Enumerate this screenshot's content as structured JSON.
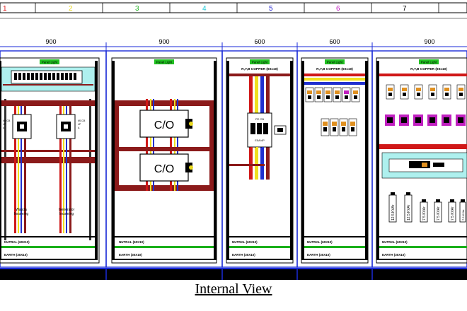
{
  "header": {
    "columns": [
      {
        "label": "1",
        "color": "#e01818"
      },
      {
        "label": "2",
        "color": "#e8d820"
      },
      {
        "label": "3",
        "color": "#20b020"
      },
      {
        "label": "4",
        "color": "#20c8d8"
      },
      {
        "label": "5",
        "color": "#2020d0"
      },
      {
        "label": "6",
        "color": "#c020c0"
      },
      {
        "label": "7",
        "color": "#000000"
      }
    ]
  },
  "dimensions": [
    "900",
    "900",
    "600",
    "600",
    "900"
  ],
  "panels": {
    "p1": {
      "panel_light": "Panel Light",
      "breaker_labels": [
        "MCCB\n4P\nA",
        "MCCB\n4P\nA"
      ],
      "incoming": [
        "Wapda\nIncoming",
        "Generator\nIncoming"
      ],
      "neutral": "NUTRAL (60X10)",
      "earth": "EARTH (30X10)"
    },
    "p2": {
      "panel_light": "Panel Light",
      "co_labels": [
        "C/O",
        "C/O"
      ],
      "neutral": "NUTRAL (60X10)",
      "earth": "EARTH (30X10)"
    },
    "p3": {
      "panel_light": "Panel Light",
      "busbar": "R,Y,B COPPER (60x10)",
      "breaker_top": "PE CB",
      "breaker_bottom": "E5A/4P",
      "neutral": "NUTRAL (60X10)",
      "earth": "EARTH (30X10)"
    },
    "p4": {
      "panel_light": "Panel Light",
      "busbar": "R,Y,B COPPER (60x10)",
      "neutral": "NUTRAL (60X10)",
      "earth": "EARTH (30X10)"
    },
    "p5": {
      "panel_light": "Panel Light",
      "busbar": "R,Y,B COPPER (60x10)",
      "capacitors": [
        "12.5 KVAr",
        "12.5 KVAr",
        "7.5 KVAr",
        "7.5 KVAr",
        "7.5 KVAr",
        "7.5 KVAr"
      ],
      "neutral": "NUTRAL (60X10)",
      "earth": "EARTH (30X10)"
    }
  },
  "caption": "Internal View",
  "colors": {
    "frame_blue": "#1a2ad8",
    "busbar_red": "#8b1a1a",
    "neutral_green": "#1ab01a",
    "base_black": "#000000",
    "light_green": "#20c020",
    "cyan_tray": "#aef0ee",
    "cable_red": "#d01818",
    "cable_yellow": "#f0e020",
    "cable_blue": "#2030d0"
  }
}
